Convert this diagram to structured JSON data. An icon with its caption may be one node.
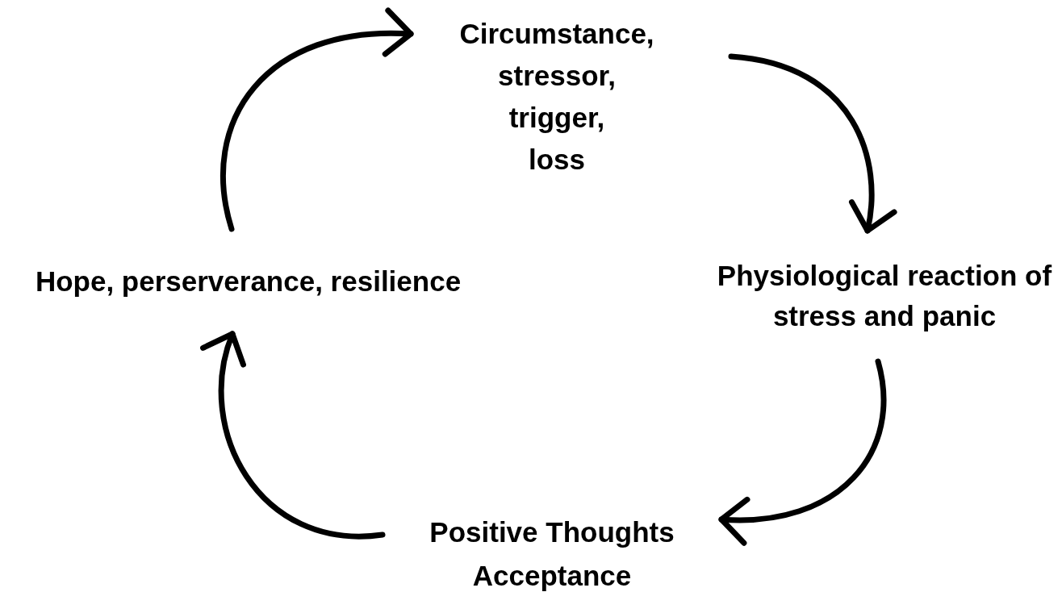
{
  "diagram": {
    "nodes": [
      {
        "text": [
          "Circumstance, stressor, trigger, loss"
        ]
      },
      {
        "text": [
          "Physiological reaction of stress and panic"
        ]
      },
      {
        "text": [
          "Positive Thoughts Acceptance"
        ]
      },
      {
        "text": [
          "Hope, perserverance, resilience"
        ]
      }
    ],
    "edges": [
      {
        "from": 0,
        "to": 1,
        "arrow": "to"
      },
      {
        "from": 1,
        "to": 2,
        "arrow": "to"
      },
      {
        "from": 2,
        "to": 3,
        "arrow": "to"
      },
      {
        "from": 3,
        "to": 0,
        "arrow": "to"
      }
    ]
  }
}
